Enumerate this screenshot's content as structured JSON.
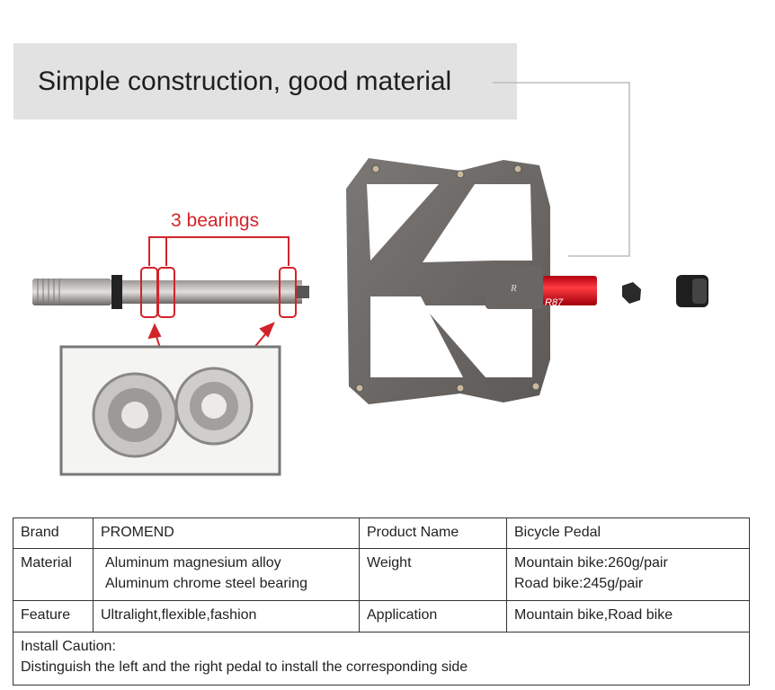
{
  "banner": {
    "title": "Simple construction, good material"
  },
  "diagram": {
    "bearings_label": "3 bearings",
    "pedal_side_mark": "R",
    "tube_mark": "R87"
  },
  "colors": {
    "accent": "#d2232a",
    "banner_bg": "#e2e2e2",
    "pedal": "#6e6a68"
  },
  "specs": {
    "rows": [
      {
        "label": "Brand",
        "value": "PROMEND",
        "label2": "Product Name",
        "value2": "Bicycle Pedal"
      },
      {
        "label": "Material",
        "value_lines": [
          "Aluminum magnesium alloy",
          "Aluminum chrome steel bearing"
        ],
        "label2": "Weight",
        "value2_lines": [
          "Mountain bike:260g/pair",
          "Road bike:245g/pair"
        ]
      },
      {
        "label": "Feature",
        "value": "Ultralight,flexible,fashion",
        "label2": "Application",
        "value2": "Mountain bike,Road bike"
      }
    ],
    "caution_title": "Install Caution:",
    "caution_text": "Distinguish the left and the right pedal to install the corresponding side"
  }
}
